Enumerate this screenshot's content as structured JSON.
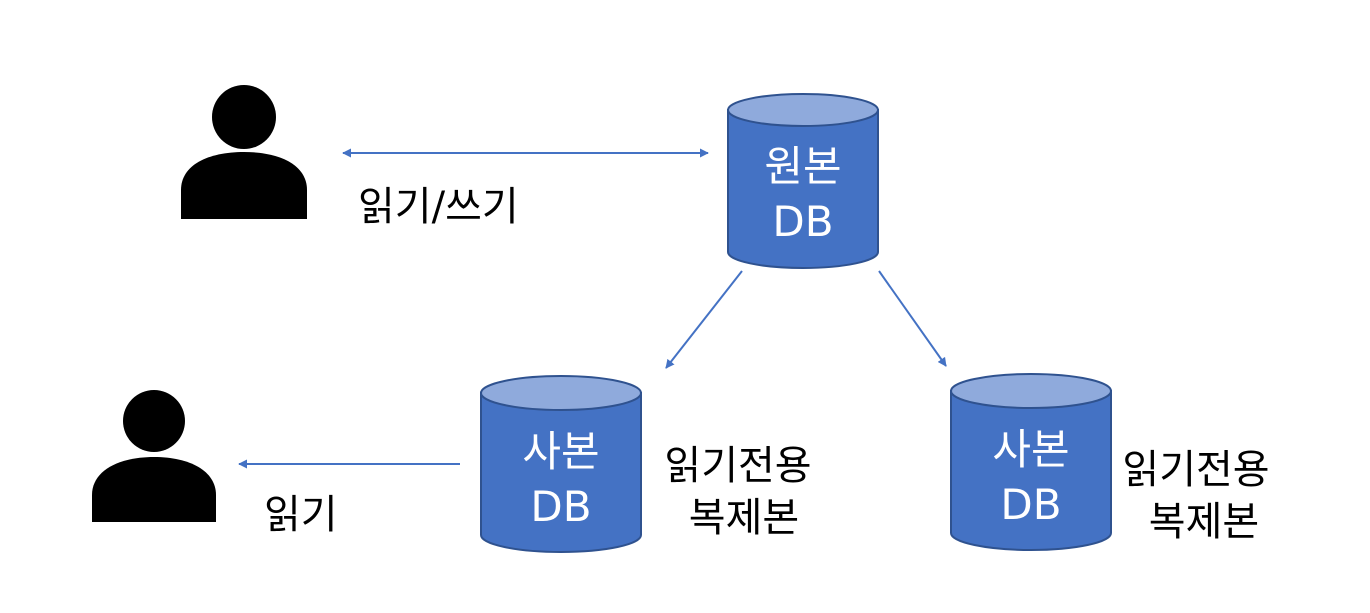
{
  "colors": {
    "db_body": "#4472C4",
    "db_top": "#8FAADC",
    "db_edge": "#2F528F",
    "arrow": "#4472C4",
    "person": "#000000"
  },
  "icons": {
    "user": "person-icon",
    "database": "database-cylinder-icon"
  },
  "primary_db": {
    "line1": "원본",
    "line2": "DB"
  },
  "replica_left": {
    "line1": "사본",
    "line2": "DB",
    "note_line1": "읽기전용",
    "note_line2": "복제본"
  },
  "replica_right": {
    "line1": "사본",
    "line2": "DB",
    "note_line1": "읽기전용",
    "note_line2": "복제본"
  },
  "user_top": {
    "label": "읽기/쓰기"
  },
  "user_bottom": {
    "label": "읽기"
  }
}
